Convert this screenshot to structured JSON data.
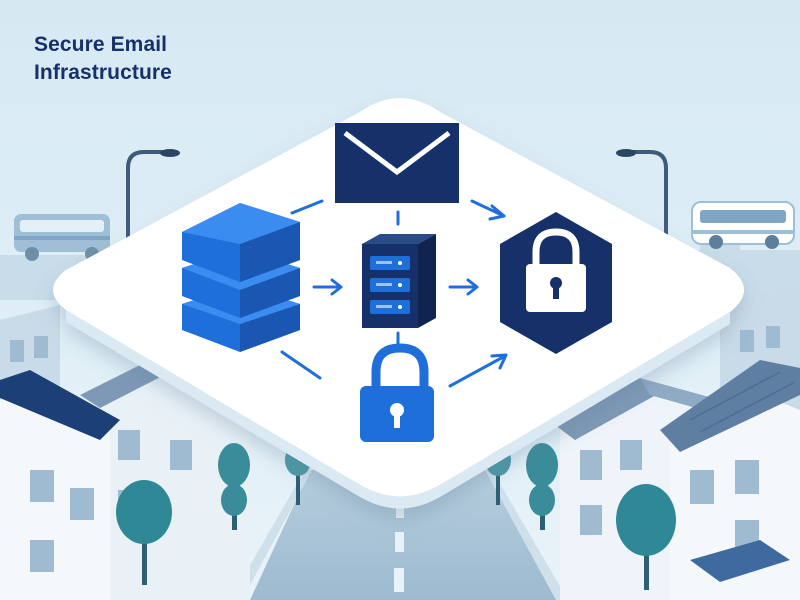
{
  "title": {
    "line1": "Secure Email",
    "line2": "Infrastructure"
  },
  "colors": {
    "navy": "#16306a",
    "blue": "#1e6fd9",
    "sky_background": "#dfeef6",
    "platform": "#ffffff",
    "tree": "#3a8c9a"
  },
  "diagram": {
    "nodes": [
      {
        "id": "email",
        "icon": "envelope-icon"
      },
      {
        "id": "database",
        "icon": "database-stack-icon"
      },
      {
        "id": "mail-server",
        "icon": "server-icon"
      },
      {
        "id": "encryption",
        "icon": "hexagon-padlock-icon"
      },
      {
        "id": "access-lock",
        "icon": "padlock-icon"
      }
    ],
    "flows": [
      {
        "from": "database",
        "to": "email"
      },
      {
        "from": "email",
        "to": "encryption"
      },
      {
        "from": "database",
        "to": "mail-server"
      },
      {
        "from": "mail-server",
        "to": "encryption"
      },
      {
        "from": "database",
        "to": "access-lock"
      },
      {
        "from": "access-lock",
        "to": "encryption"
      }
    ]
  }
}
